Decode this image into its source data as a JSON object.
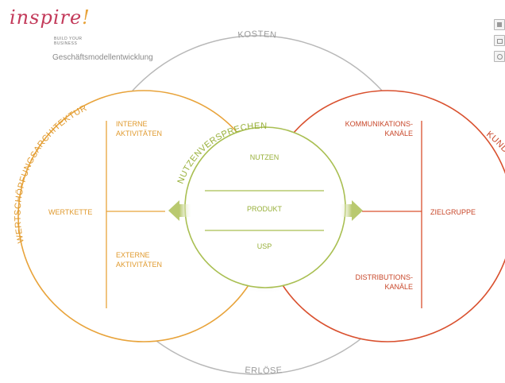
{
  "header": {
    "logo_word": "inspire",
    "logo_mark": "!",
    "logo_tag_line1": "BUILD YOUR",
    "logo_tag_line2": "BUSINESS",
    "subtitle": "Geschäftsmodellentwicklung"
  },
  "toolbar": {
    "buttons": [
      {
        "icon": "puzzle-icon"
      },
      {
        "icon": "export-icon"
      },
      {
        "icon": "search-icon"
      }
    ]
  },
  "diagram": {
    "outer_top_label": "KOSTEN",
    "outer_bottom_label": "ERLÖSE",
    "left_arc_label": "WERTSCHÖPFUNGSARCHITEKTUR",
    "center_arc_label": "NUTZENVERSPRECHEN",
    "right_arc_label": "KUNDENSCHNITTSTELLE",
    "left": {
      "internal_1": "INTERNE",
      "internal_2": "AKTIVITÄTEN",
      "value_chain": "WERTKETTE",
      "external_1": "EXTERNE",
      "external_2": "AKTIVITÄTEN"
    },
    "center": {
      "benefit": "NUTZEN",
      "product": "PRODUKT",
      "usp": "USP"
    },
    "right": {
      "communication_1": "KOMMUNIKATIONS-",
      "communication_2": "KANÄLE",
      "target_group": "ZIELGRUPPE",
      "distribution_1": "DISTRIBUTIONS-",
      "distribution_2": "KANÄLE"
    }
  },
  "colors": {
    "orange": "#e8a33a",
    "orange_text": "#e09a2e",
    "red": "#d9502e",
    "red_text": "#c8472a",
    "green": "#a9bf52",
    "green_text": "#98b03a",
    "gray": "#b8b8b8",
    "gray_text": "#9a9a9a",
    "logo": "#c33a5a"
  }
}
